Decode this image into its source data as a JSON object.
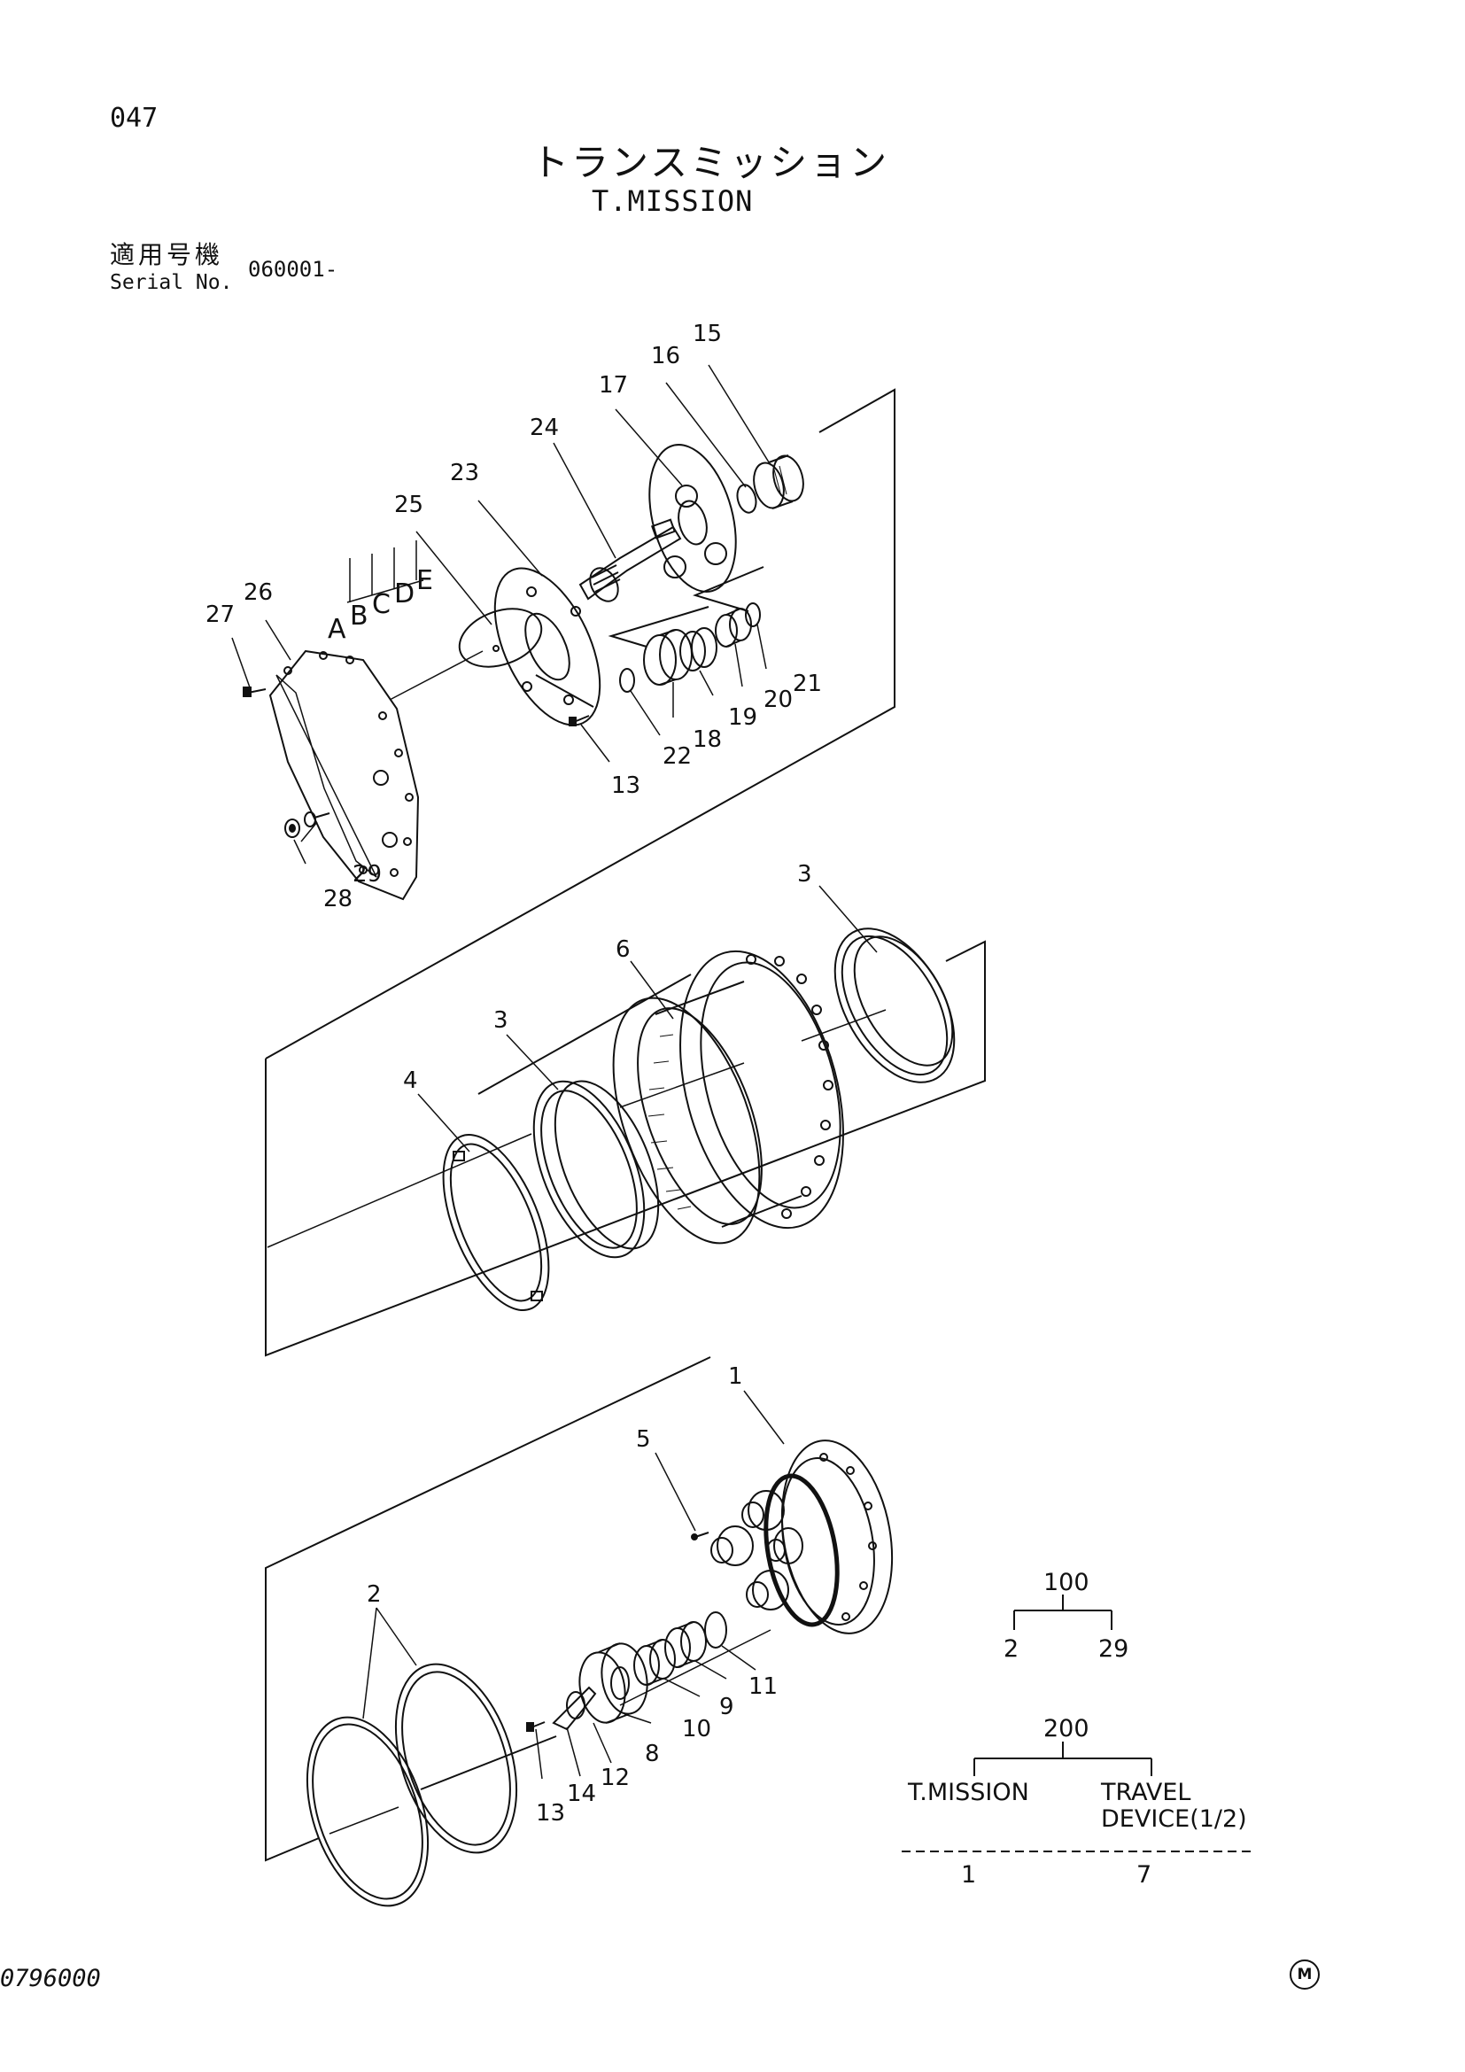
{
  "header": {
    "page_number": "047",
    "title_jp": "トランスミッション",
    "title_en": "T.MISSION",
    "serial_label_jp": "適用号機",
    "serial_label_en": "Serial No.",
    "serial_value": "060001-"
  },
  "footer": {
    "doc_code": "0796000",
    "mark": "M"
  },
  "part_callouts": [
    {
      "id": "p15",
      "text": "15"
    },
    {
      "id": "p16",
      "text": "16"
    },
    {
      "id": "p17",
      "text": "17"
    },
    {
      "id": "p24",
      "text": "24"
    },
    {
      "id": "p23",
      "text": "23"
    },
    {
      "id": "p25",
      "text": "25"
    },
    {
      "id": "p26",
      "text": "26"
    },
    {
      "id": "p27",
      "text": "27"
    },
    {
      "id": "pA",
      "text": "A"
    },
    {
      "id": "pB",
      "text": "B"
    },
    {
      "id": "pC",
      "text": "C"
    },
    {
      "id": "pD",
      "text": "D"
    },
    {
      "id": "pE",
      "text": "E"
    },
    {
      "id": "p21",
      "text": "21"
    },
    {
      "id": "p20",
      "text": "20"
    },
    {
      "id": "p19",
      "text": "19"
    },
    {
      "id": "p18",
      "text": "18"
    },
    {
      "id": "p22",
      "text": "22"
    },
    {
      "id": "p13a",
      "text": "13"
    },
    {
      "id": "p29",
      "text": "29"
    },
    {
      "id": "p28",
      "text": "28"
    },
    {
      "id": "p3a",
      "text": "3"
    },
    {
      "id": "p6",
      "text": "6"
    },
    {
      "id": "p3b",
      "text": "3"
    },
    {
      "id": "p4",
      "text": "4"
    },
    {
      "id": "p1",
      "text": "1"
    },
    {
      "id": "p5",
      "text": "5"
    },
    {
      "id": "p2",
      "text": "2"
    },
    {
      "id": "p11",
      "text": "11"
    },
    {
      "id": "p9",
      "text": "9"
    },
    {
      "id": "p10",
      "text": "10"
    },
    {
      "id": "p8",
      "text": "8"
    },
    {
      "id": "p12",
      "text": "12"
    },
    {
      "id": "p14",
      "text": "14"
    },
    {
      "id": "p13b",
      "text": "13"
    }
  ],
  "kit_tree_100": {
    "parent": "100",
    "children": [
      "2",
      "29"
    ]
  },
  "kit_tree_200": {
    "parent": "200",
    "left_label": "T.MISSION",
    "right_label_line1": "TRAVEL",
    "right_label_line2": "DEVICE(1/2)",
    "left_value": "1",
    "right_value": "7"
  }
}
